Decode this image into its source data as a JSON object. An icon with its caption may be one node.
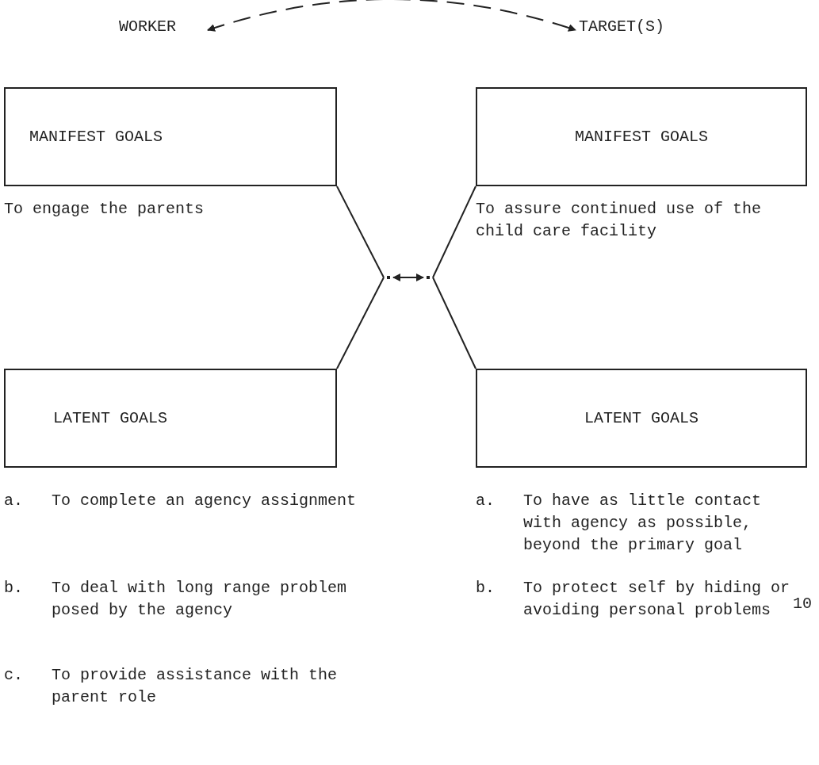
{
  "diagram": {
    "nodes": [
      {
        "text": [
          "WORKER"
        ]
      },
      {
        "text": [
          "TARGET(S)"
        ]
      },
      {
        "text": [
          "MANIFEST GOALS"
        ],
        "beside": [
          "To engage the parents"
        ]
      },
      {
        "text": [
          "LATENT GOALS"
        ],
        "beside": [
          "a. To complete an agency assignment",
          "b. To deal with long range problem posed by the agency",
          "c. To provide assistance with the parent role"
        ]
      },
      {
        "text": [
          "MANIFEST GOALS"
        ],
        "beside": [
          "To assure continued use of the child care facility"
        ]
      },
      {
        "text": [
          "LATENT GOALS"
        ],
        "beside": [
          "a. To have as little contact with agency as possible, beyond the primary goal",
          "b. To protect self by hiding or avoiding personal problems"
        ]
      },
      {
        "text": [],
        "shape": "point"
      },
      {
        "text": [],
        "shape": "point"
      }
    ],
    "edges": [
      {
        "from": 0,
        "to": 1,
        "arrow": "both",
        "style": "dashed"
      },
      {
        "from": 2,
        "to": 6,
        "arrow": "none"
      },
      {
        "from": 3,
        "to": 6,
        "arrow": "none"
      },
      {
        "from": 4,
        "to": 7,
        "arrow": "none"
      },
      {
        "from": 5,
        "to": 7,
        "arrow": "none"
      },
      {
        "from": 6,
        "to": 7,
        "arrow": "both"
      }
    ],
    "labels": [
      "10"
    ]
  }
}
